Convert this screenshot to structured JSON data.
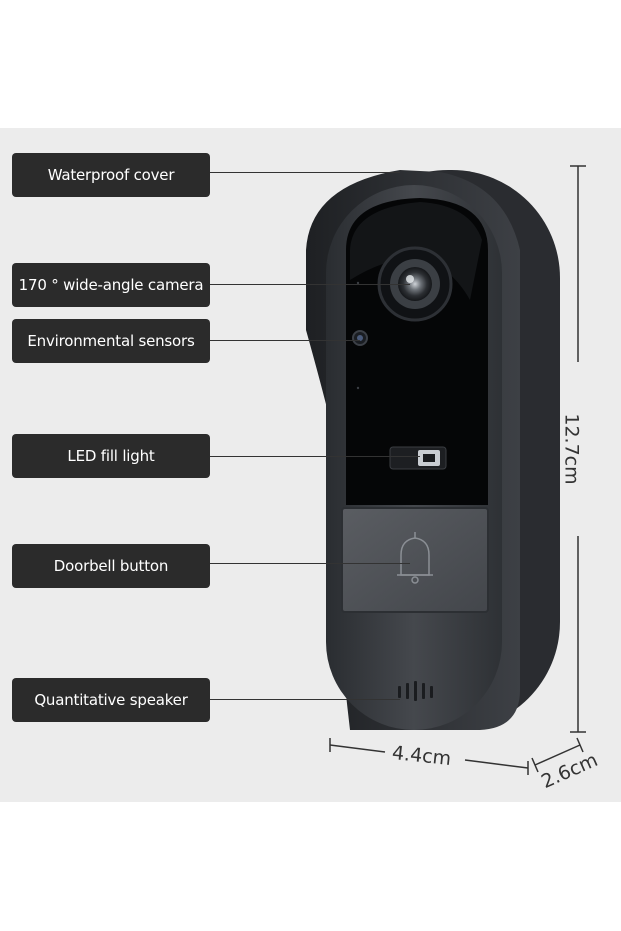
{
  "callouts": {
    "waterproof_cover": "Waterproof cover",
    "camera": "170 ° wide-angle camera",
    "sensors": "Environmental sensors",
    "led": "LED fill light",
    "doorbell_button": "Doorbell button",
    "speaker": "Quantitative speaker"
  },
  "dimensions": {
    "height": "12.7cm",
    "width": "4.4cm",
    "depth": "2.6cm"
  },
  "colors": {
    "label_bg": "#2b2b2b",
    "panel_bg": "#ececec",
    "device_body": "#3a3d42"
  }
}
